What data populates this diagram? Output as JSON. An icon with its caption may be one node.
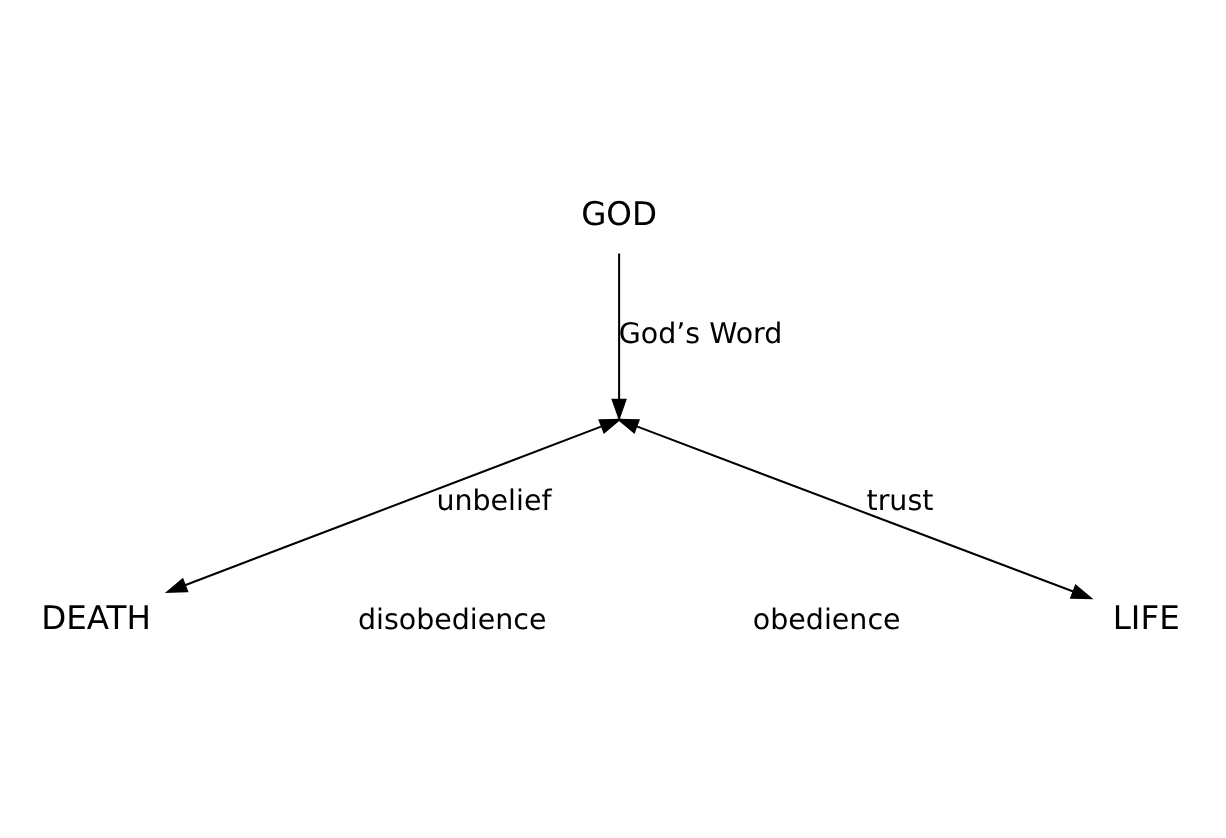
{
  "diagram": {
    "nodes": [
      {
        "text": [
          "GOD"
        ]
      },
      {
        "text": [
          "DEATH"
        ]
      },
      {
        "text": [
          "LIFE"
        ]
      }
    ],
    "edges": [
      {
        "from": 0,
        "to": null,
        "arrow": "to",
        "label": "God’s Word"
      },
      {
        "from": null,
        "to": 1,
        "arrow": "both",
        "label": "unbelief"
      },
      {
        "from": null,
        "to": 2,
        "arrow": "both",
        "label": "trust"
      }
    ],
    "labels": [
      "disobedience",
      "obedience"
    ]
  }
}
